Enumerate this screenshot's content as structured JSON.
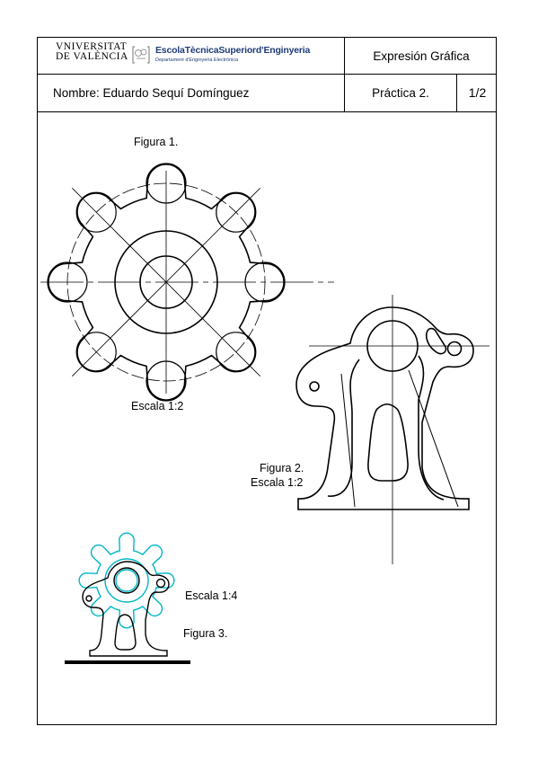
{
  "header": {
    "university_line1": "VNIVERSITAT",
    "university_line2": "DE VALÈNCIA",
    "school": "EscolaTècnicaSuperiord'Enginyeria",
    "department": "Departament d'Enginyeria Electrònica",
    "course": "Expresión Gráfica",
    "student": "Nombre: Eduardo Sequí Domínguez",
    "practice": "Práctica 2.",
    "page": "1/2"
  },
  "figures": {
    "fig1_title": "Figura 1.",
    "fig1_scale": "Escala 1:2",
    "fig2_title": "Figura 2.",
    "fig2_scale": "Escala 1:2",
    "fig3_scale": "Escala 1:4",
    "fig3_title": "Figura 3."
  },
  "colors": {
    "ink": "#000000",
    "overlay": "#00b7c7",
    "logo": "#1f3c7a"
  },
  "gear": {
    "teeth": 8
  }
}
